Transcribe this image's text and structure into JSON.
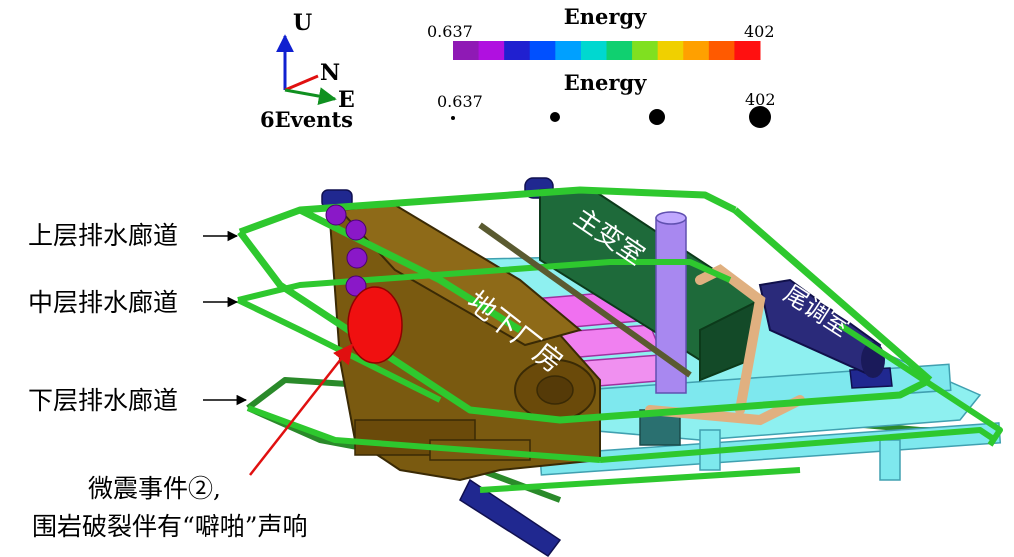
{
  "legend": {
    "axes": {
      "up": "U",
      "north": "N",
      "east": "E"
    },
    "event_count": "6Events",
    "color_scale": {
      "title": "Energy",
      "min": "0.637",
      "max": "402",
      "colors": [
        "#8f1ab5",
        "#b010e0",
        "#2020d0",
        "#0050ff",
        "#00a0ff",
        "#00d8d0",
        "#10d070",
        "#80e020",
        "#f0d000",
        "#ffa000",
        "#ff5a00",
        "#ff1010"
      ]
    },
    "size_scale": {
      "title": "Energy",
      "min": "0.637",
      "max": "402"
    }
  },
  "labels": {
    "upper_tunnel": "上层排水廊道",
    "middle_tunnel": "中层排水廊道",
    "lower_tunnel": "下层排水廊道",
    "powerhouse": "地下厂房",
    "transformer": "主变室",
    "tailrace": "尾调室",
    "event_line1": "微震事件②,",
    "event_line2": "围岩破裂伴有“噼啪”声响"
  }
}
